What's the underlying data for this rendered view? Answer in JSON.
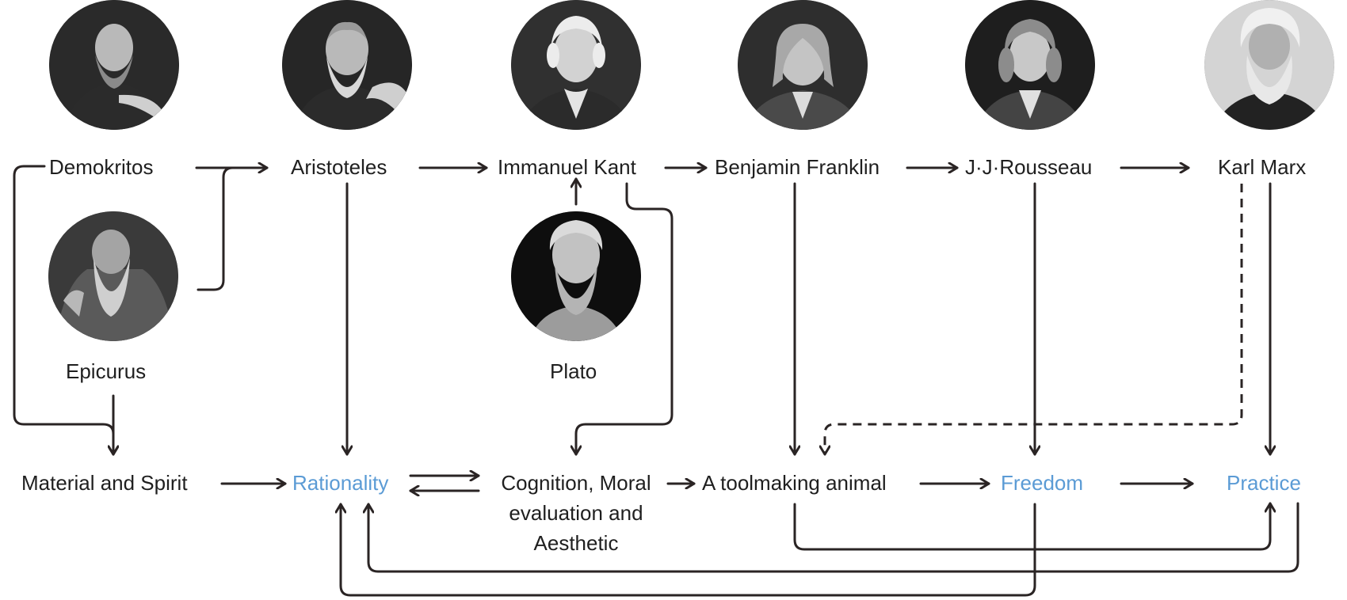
{
  "philosophers": {
    "demokritos": "Demokritos",
    "aristoteles": "Aristoteles",
    "kant": "Immanuel Kant",
    "franklin": "Benjamin Franklin",
    "rousseau": "J·J·Rousseau",
    "marx": "Karl Marx",
    "epicurus": "Epicurus",
    "plato": "Plato"
  },
  "concepts": {
    "material_spirit": "Material and Spirit",
    "rationality": "Rationality",
    "cognition_line1": "Cognition, Moral",
    "cognition_line2": "evaluation and",
    "cognition_line3": "Aesthetic",
    "toolmaking": "A toolmaking animal",
    "freedom": "Freedom",
    "practice": "Practice"
  },
  "colors": {
    "text": "#1f1f1f",
    "concept_highlight": "#5b9bd5",
    "arrow": "#2a2424"
  },
  "portraits": [
    {
      "name": "demokritos-portrait",
      "depicts": "Demokritos"
    },
    {
      "name": "aristoteles-portrait",
      "depicts": "Aristoteles"
    },
    {
      "name": "kant-portrait",
      "depicts": "Immanuel Kant"
    },
    {
      "name": "franklin-portrait",
      "depicts": "Benjamin Franklin"
    },
    {
      "name": "rousseau-portrait",
      "depicts": "J·J·Rousseau"
    },
    {
      "name": "marx-portrait",
      "depicts": "Karl Marx"
    },
    {
      "name": "epicurus-portrait",
      "depicts": "Epicurus"
    },
    {
      "name": "plato-portrait",
      "depicts": "Plato"
    }
  ]
}
